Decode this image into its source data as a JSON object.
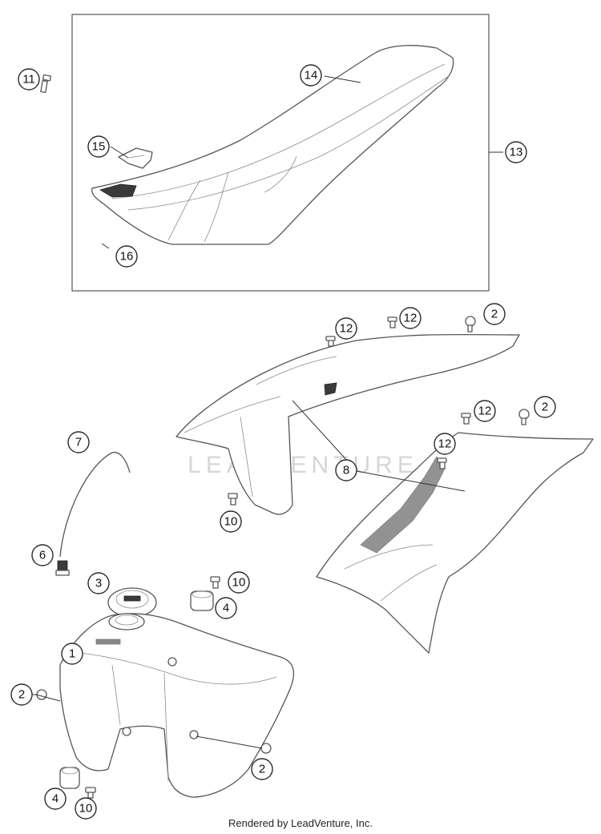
{
  "footer_text": "Rendered by LeadVenture, Inc.",
  "watermark_text": "LEADVENTURE",
  "callouts": [
    {
      "id": "c11",
      "label": "11"
    },
    {
      "id": "c14",
      "label": "14"
    },
    {
      "id": "c15",
      "label": "15"
    },
    {
      "id": "c13",
      "label": "13"
    },
    {
      "id": "c16",
      "label": "16"
    },
    {
      "id": "c12a",
      "label": "12"
    },
    {
      "id": "c12b",
      "label": "12"
    },
    {
      "id": "c2a",
      "label": "2"
    },
    {
      "id": "c12c",
      "label": "12"
    },
    {
      "id": "c2b",
      "label": "2"
    },
    {
      "id": "c12d",
      "label": "12"
    },
    {
      "id": "c7",
      "label": "7"
    },
    {
      "id": "c8",
      "label": "8"
    },
    {
      "id": "c10a",
      "label": "10"
    },
    {
      "id": "c6",
      "label": "6"
    },
    {
      "id": "c3",
      "label": "3"
    },
    {
      "id": "c10b",
      "label": "10"
    },
    {
      "id": "c4a",
      "label": "4"
    },
    {
      "id": "c1",
      "label": "1"
    },
    {
      "id": "c2c",
      "label": "2"
    },
    {
      "id": "c2d",
      "label": "2"
    },
    {
      "id": "c4b",
      "label": "4"
    },
    {
      "id": "c10c",
      "label": "10"
    }
  ]
}
